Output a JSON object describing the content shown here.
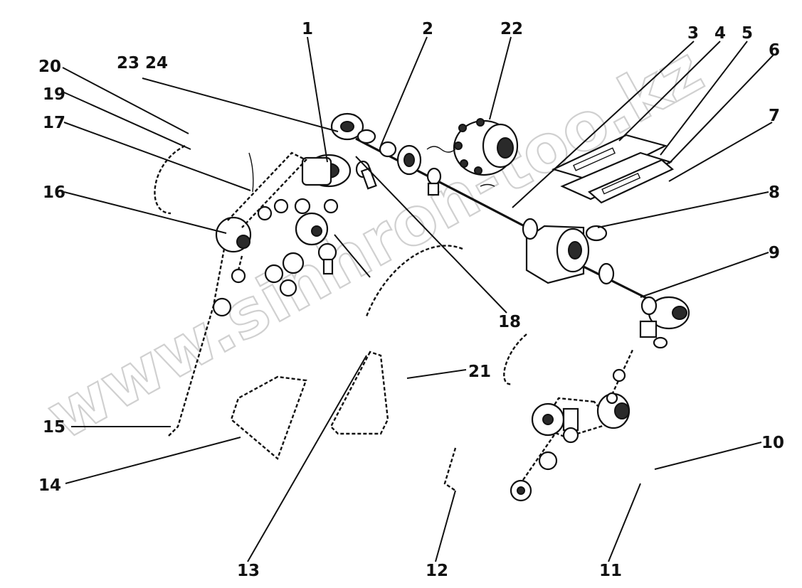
{
  "watermark": "www.sinhron-too.kz",
  "callouts": [
    {
      "id": "1",
      "text": "1"
    },
    {
      "id": "2",
      "text": "2"
    },
    {
      "id": "3",
      "text": "3"
    },
    {
      "id": "4",
      "text": "4"
    },
    {
      "id": "5",
      "text": "5"
    },
    {
      "id": "6",
      "text": "6"
    },
    {
      "id": "7",
      "text": "7"
    },
    {
      "id": "8",
      "text": "8"
    },
    {
      "id": "9",
      "text": "9"
    },
    {
      "id": "10",
      "text": "10"
    },
    {
      "id": "11",
      "text": "11"
    },
    {
      "id": "12",
      "text": "12"
    },
    {
      "id": "13",
      "text": "13"
    },
    {
      "id": "14",
      "text": "14"
    },
    {
      "id": "15",
      "text": "15"
    },
    {
      "id": "16",
      "text": "16"
    },
    {
      "id": "17",
      "text": "17"
    },
    {
      "id": "18",
      "text": "18"
    },
    {
      "id": "19",
      "text": "19"
    },
    {
      "id": "20",
      "text": "20"
    },
    {
      "id": "21",
      "text": "21"
    },
    {
      "id": "22",
      "text": "22"
    },
    {
      "id": "23-24",
      "text": "23 24"
    }
  ]
}
